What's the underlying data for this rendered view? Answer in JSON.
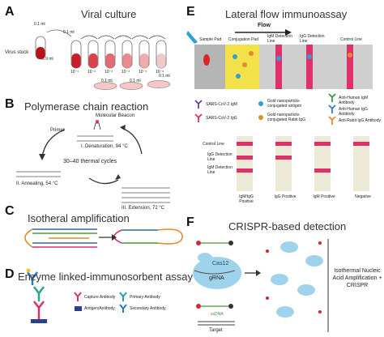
{
  "panels": {
    "A": {
      "letter": "A",
      "title": "Viral culture",
      "virus_stock": "Virus stock",
      "vol_top1": "0.1 ml",
      "vol_top2": "0.1 ml",
      "vol_side": "0.9 ml",
      "dilutions": [
        "10⁻¹",
        "10⁻²",
        "10⁻³",
        "10⁻⁴",
        "10⁻⁵",
        "10⁻⁶"
      ],
      "plate_vols": [
        "0.1 ml",
        "0.1 ml",
        "0.1 ml"
      ]
    },
    "B": {
      "letter": "B",
      "title": "Polymerase chain reaction",
      "beacon": "Molecular Beacon",
      "primer": "Primer",
      "step1": "I. Denaturation, 94 °C",
      "cycles": "30–40 thermal cycles",
      "step2": "II. Annealing, 54 °C",
      "step3": "III. Extension, 72 °C"
    },
    "C": {
      "letter": "C",
      "title": "Isotheral amplification"
    },
    "D": {
      "letter": "D",
      "title": "Enzyme linked-immunosorbent assay",
      "legend": [
        "Capture Antibody",
        "Primary Antibody",
        "Antigen/Antibody",
        "Secondary Antibody"
      ]
    },
    "E": {
      "letter": "E",
      "title": "Lateral flow immunoassay",
      "flow": "Flow",
      "pads": [
        "Sample Pad",
        "Conjugation Pad",
        "IgM Detection Line",
        "IgG Detection Line",
        "Control Line"
      ],
      "legend": [
        "SARS-CoV-2 IgM",
        "Gold nanoparticle-conjugated antigen",
        "Anti-Human IgM Antibody",
        "SARS-CoV-2 IgG",
        "Gold nanoparticle-conjugated Rabit IgG",
        "Anti-Human IgG Antibody",
        "Anti-Rabit IgG Antibody"
      ],
      "strip_labels": [
        "Control Line",
        "IgG Detection Line",
        "IgM Detection Line"
      ],
      "results": [
        "IgM/IgG Positive",
        "IgG Positive",
        "IgM Positive",
        "Negative"
      ]
    },
    "F": {
      "letter": "F",
      "title": "CRISPR-based detection",
      "cas": "Cas12",
      "grna": "gRNA",
      "ssdna": "ssDNA",
      "target": "Target",
      "side_text": "Isothermal Nucleic Acid Amplification + CRISPR"
    }
  },
  "colors": {
    "pink": "#e0306a",
    "tube_red": "#c8141e",
    "blue_light": "#9fd3ec",
    "arrow": "#3a3a3a"
  }
}
